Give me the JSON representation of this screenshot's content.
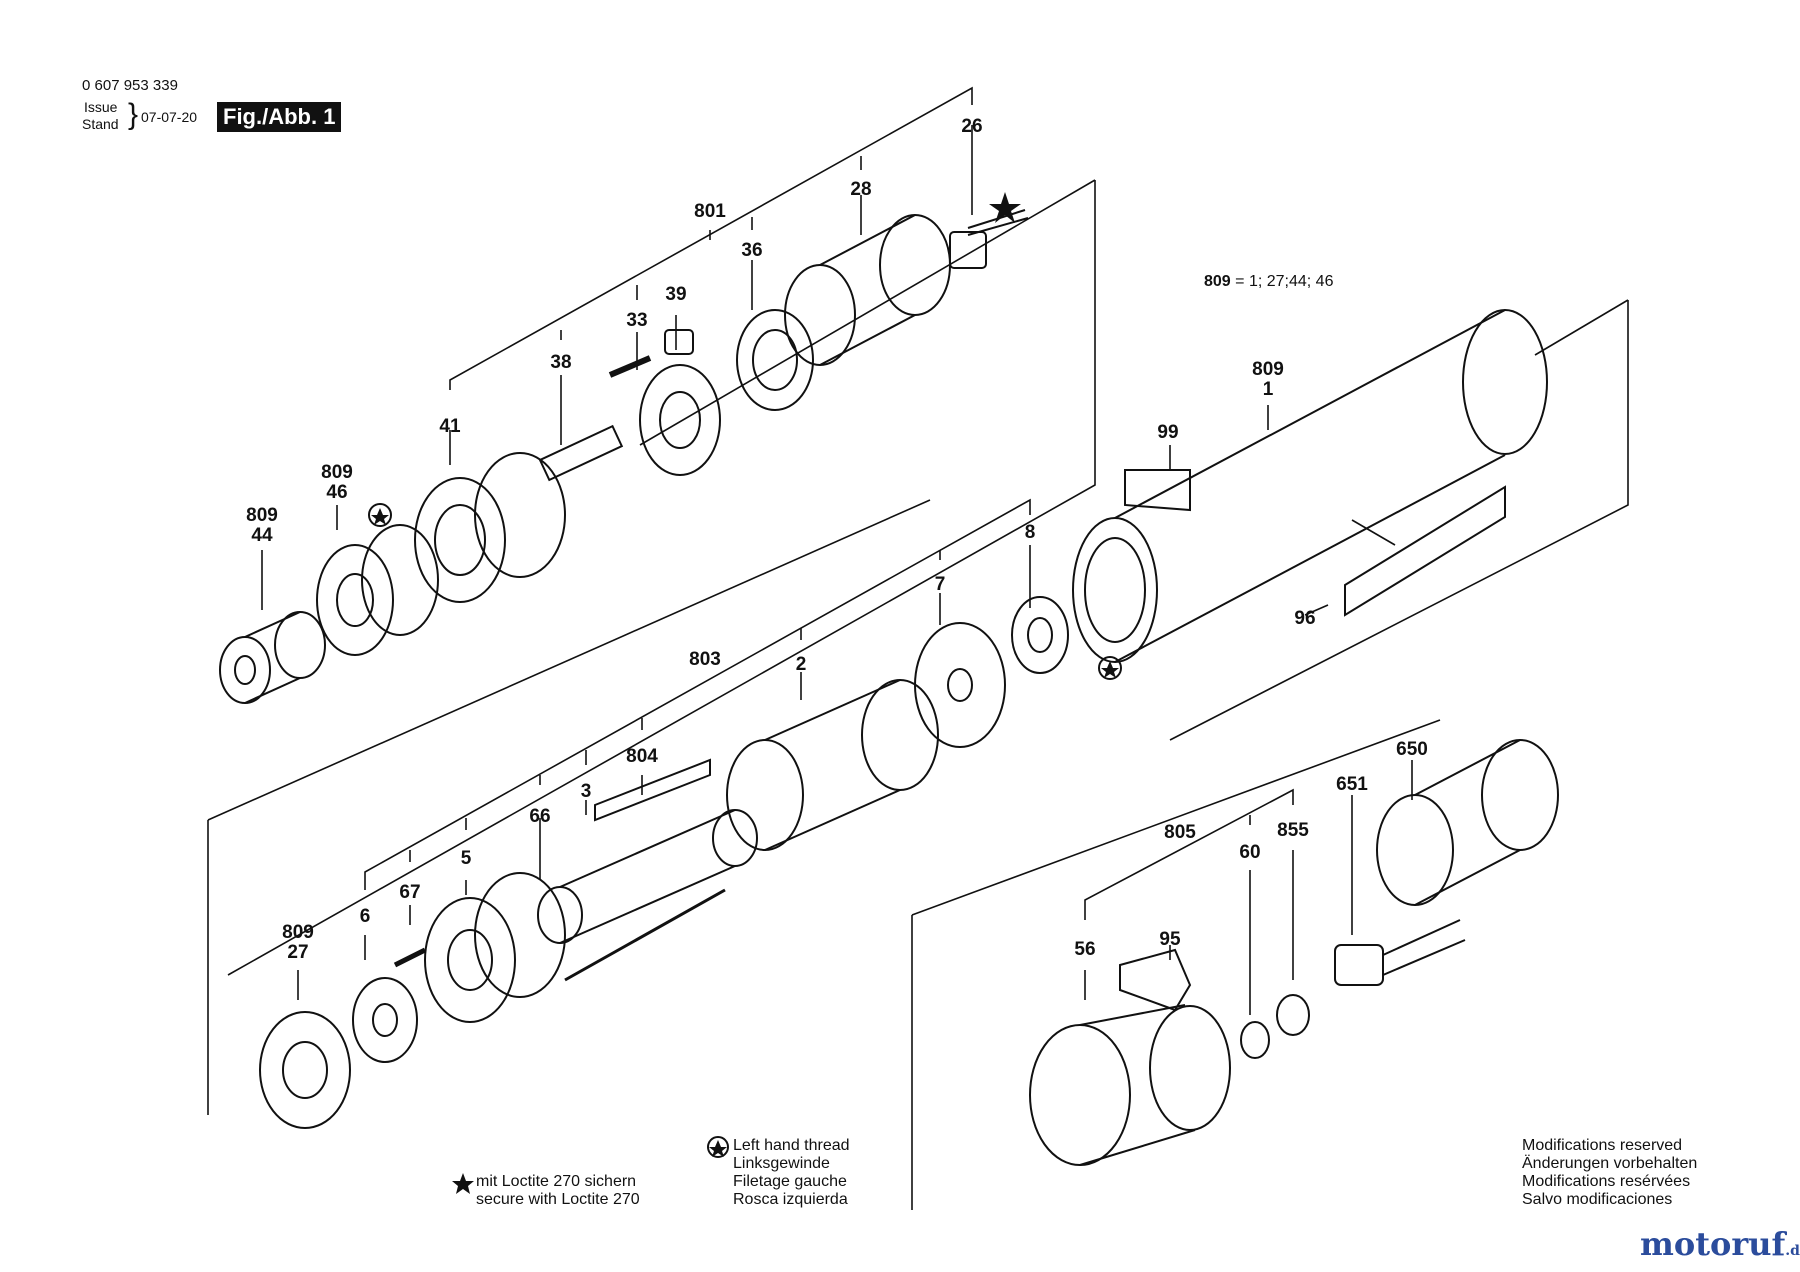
{
  "header": {
    "part_number": "0 607 953 339",
    "issue_label": "Issue",
    "stand_label": "Stand",
    "date": "07-07-20",
    "figure": "Fig./Abb. 1"
  },
  "set_note": {
    "code": "809",
    "text": "= 1; 27;44; 46"
  },
  "callouts": [
    {
      "id": "c26",
      "text": "26"
    },
    {
      "id": "c28",
      "text": "28"
    },
    {
      "id": "c801",
      "text": "801"
    },
    {
      "id": "c36",
      "text": "36"
    },
    {
      "id": "c39",
      "text": "39"
    },
    {
      "id": "c33",
      "text": "33"
    },
    {
      "id": "c38",
      "text": "38"
    },
    {
      "id": "c41",
      "text": "41"
    },
    {
      "id": "c809a",
      "text": "809"
    },
    {
      "id": "c46",
      "text": "46"
    },
    {
      "id": "c809b",
      "text": "809"
    },
    {
      "id": "c44",
      "text": "44"
    },
    {
      "id": "c809c",
      "text": "809"
    },
    {
      "id": "c1",
      "text": "1"
    },
    {
      "id": "c99",
      "text": "99"
    },
    {
      "id": "c96",
      "text": "96"
    },
    {
      "id": "c8",
      "text": "8"
    },
    {
      "id": "c7",
      "text": "7"
    },
    {
      "id": "c803",
      "text": "803"
    },
    {
      "id": "c2",
      "text": "2"
    },
    {
      "id": "c804",
      "text": "804"
    },
    {
      "id": "c3",
      "text": "3"
    },
    {
      "id": "c66",
      "text": "66"
    },
    {
      "id": "c5",
      "text": "5"
    },
    {
      "id": "c67",
      "text": "67"
    },
    {
      "id": "c6",
      "text": "6"
    },
    {
      "id": "c809d",
      "text": "809"
    },
    {
      "id": "c27",
      "text": "27"
    },
    {
      "id": "c650",
      "text": "650"
    },
    {
      "id": "c651",
      "text": "651"
    },
    {
      "id": "c805",
      "text": "805"
    },
    {
      "id": "c60",
      "text": "60"
    },
    {
      "id": "c855",
      "text": "855"
    },
    {
      "id": "c56",
      "text": "56"
    },
    {
      "id": "c95",
      "text": "95"
    }
  ],
  "legend": {
    "loctite": [
      "mit Loctite 270 sichern",
      "secure with Loctite 270"
    ],
    "left_thread": [
      "Left hand thread",
      "Linksgewinde",
      "Filetage gauche",
      "Rosca izquierda"
    ],
    "modifications": [
      "Modifications reserved",
      "Änderungen vorbehalten",
      "Modifications resérvées",
      "Salvo modificaciones"
    ]
  },
  "watermark": {
    "main": "motoruf",
    "suffix": ".de"
  },
  "colors": {
    "ink": "#111111",
    "wm_blue": "#2b4c9c",
    "wm_orange": "#e07a1f"
  }
}
